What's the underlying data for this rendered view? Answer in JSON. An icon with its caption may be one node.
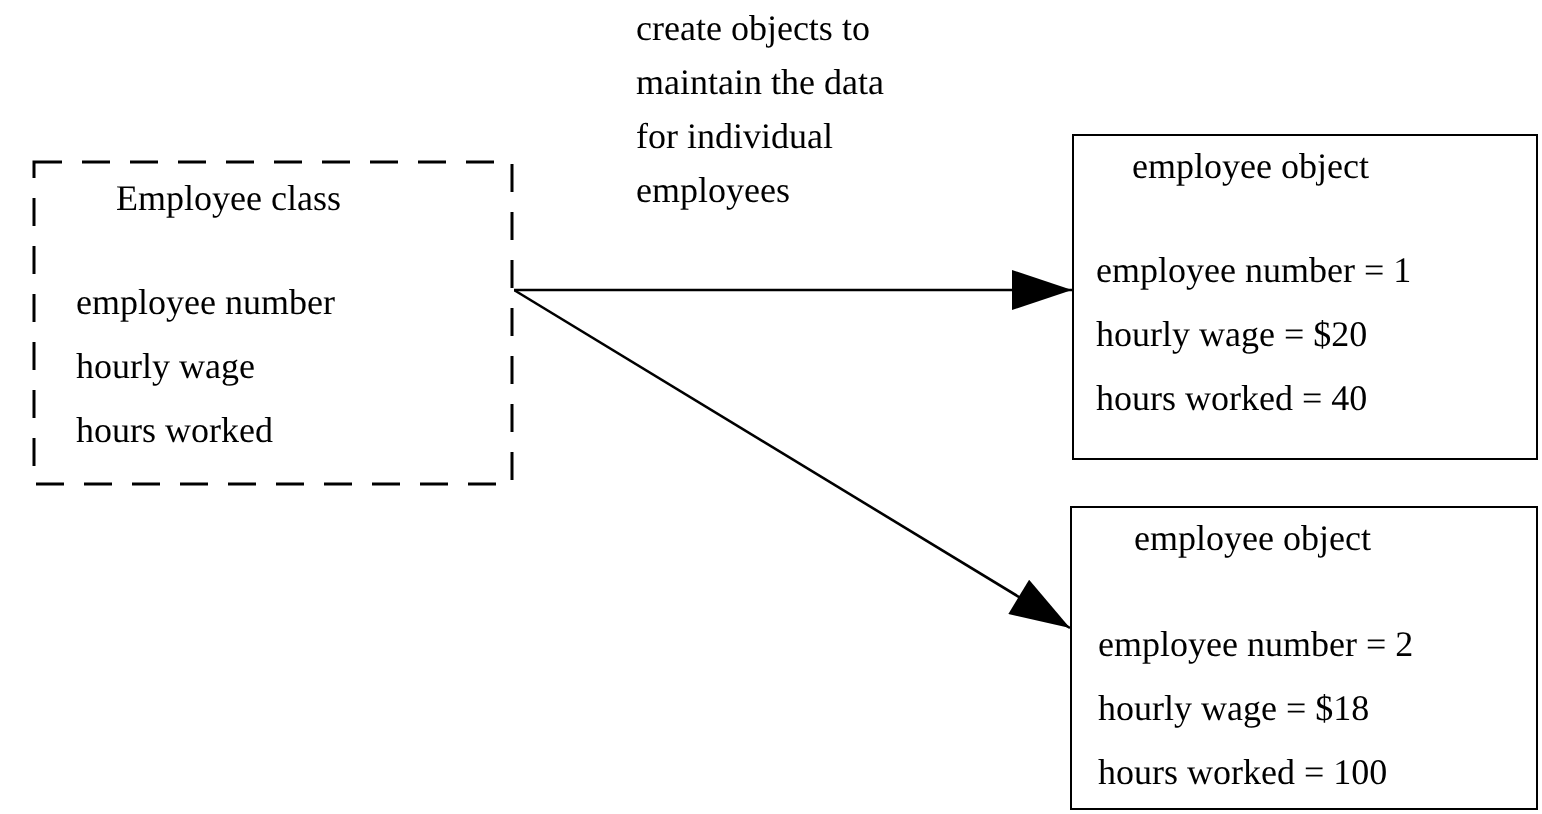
{
  "diagram": {
    "nodes": [
      {
        "text": [
          "Employee class",
          "employee number",
          "hourly wage",
          "hours worked"
        ]
      },
      {
        "text": [
          "employee object",
          "employee number = 1",
          "hourly wage = $20",
          "hours worked = 40"
        ]
      },
      {
        "text": [
          "employee object",
          "employee number = 2",
          "hourly wage = $18",
          "hours worked = 100"
        ]
      }
    ],
    "edges": [
      {
        "from": 0,
        "to": 1,
        "arrow": "to",
        "label": "create objects to maintain the data for individual employees"
      },
      {
        "from": 0,
        "to": 2,
        "arrow": "to"
      }
    ]
  }
}
